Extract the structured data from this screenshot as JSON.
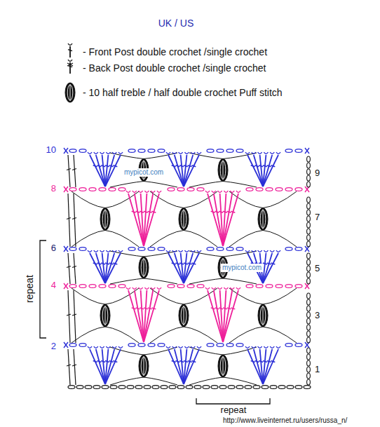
{
  "diagram": {
    "labels": [
      "UK / US",
      "10",
      "8",
      "6",
      "4",
      "2",
      "9",
      "7",
      "5",
      "3",
      "1",
      "repeat",
      "repeat",
      "mypicot.com",
      "mypicot.com",
      "http://www.liveinternet.ru/users/russa_n/"
    ],
    "legend": [
      {
        "text": "- Front Post double crochet /single crochet"
      },
      {
        "text": "- Back Post double crochet /single crochet"
      },
      {
        "text": "- 10 half treble / half double crochet Puff stitch"
      }
    ]
  }
}
